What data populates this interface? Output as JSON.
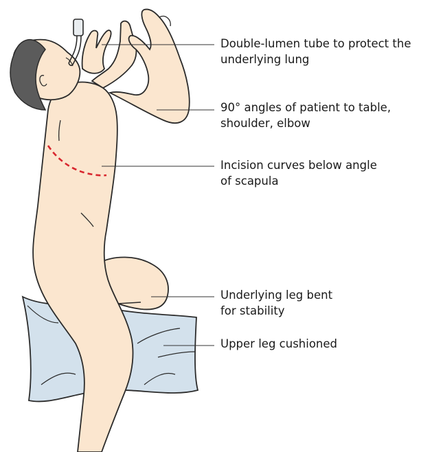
{
  "callouts": [
    {
      "id": "tube",
      "text": "Double-lumen tube to protect the\nunderlying lung"
    },
    {
      "id": "angles",
      "text": "90° angles of patient to table,\nshoulder, elbow"
    },
    {
      "id": "incision",
      "text": "Incision curves below angle\nof scapula"
    },
    {
      "id": "lower-leg",
      "text": "Underlying leg bent\nfor stability"
    },
    {
      "id": "upper-leg",
      "text": "Upper leg cushioned"
    }
  ],
  "colors": {
    "skin": "#fbe6cf",
    "outline": "#2b2b2b",
    "hair": "#5b5b5b",
    "pillow": "#d3e1ec",
    "incision": "#d8262e",
    "leader_line": "#333333"
  }
}
